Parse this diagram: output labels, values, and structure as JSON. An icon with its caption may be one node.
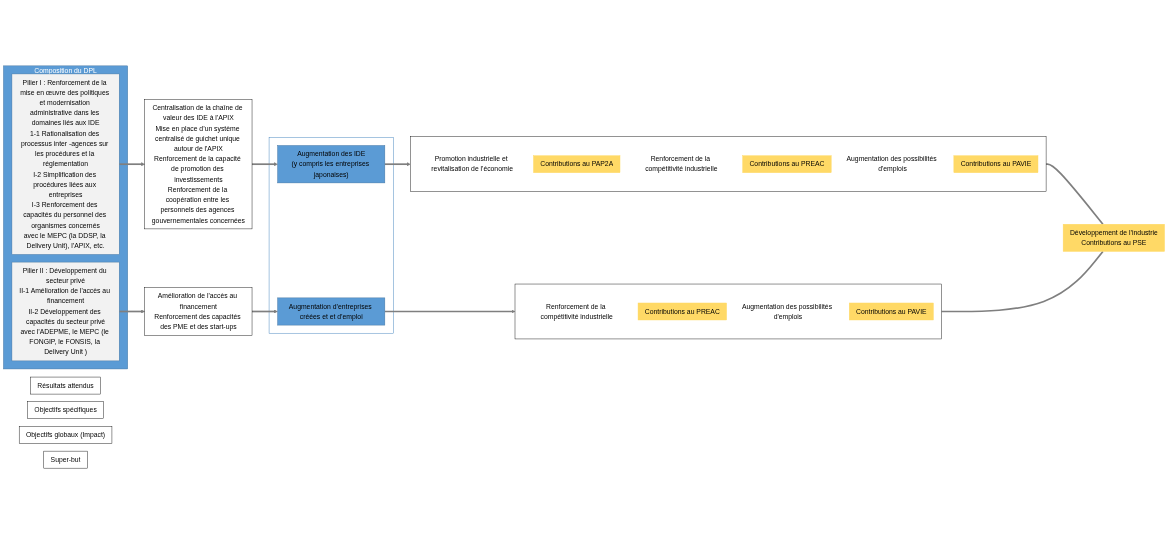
{
  "diagram": {
    "nodes": [
      {
        "text": [
          "Composition du DPL"
        ]
      },
      {
        "text": [
          "Pilier I : Renforcement de la mise en œuvre des politiques et modernisation administrative dans les domaines liés aux IDE",
          "1-1 Rationalisation des processus inter -agences sur les procédures et la réglementation",
          "I-2 Simplification des procédures liées aux entreprises",
          "I-3 Renforcement des capacités du personnel des organismes concernés",
          "avec le MEPC (la DDSP, la Delivery Unit), l’APIX, etc."
        ],
        "in": 0
      },
      {
        "text": [
          "Pilier II : Développement du secteur privé",
          "II-1 Amélioration de l'accès au financement",
          "II-2 Développement des capacités du secteur privé",
          "avec l’ADEPME, le MEPC (le FONGIP, le FONSIS, la Delivery Unit )"
        ],
        "in": 0
      },
      {
        "text": [
          "Résultats attendus"
        ]
      },
      {
        "text": [
          "Centralisation de la chaîne de valeur des IDE à l'APIX",
          "Mise en place d’un système centralisé de guichet unique autour de l'APIX",
          "Renforcement de la capacité de promotion des investissements",
          "Renforcement de la coopération entre les personnels des agences gouvernementales concernées"
        ]
      },
      {
        "text": [
          "Amélioration de l'accès au financement",
          "Renforcement des capacités des PME et des start-ups"
        ]
      },
      {
        "text": [
          "Objectifs spécifiques"
        ]
      },
      {
        "text": [],
        "shape": "box"
      },
      {
        "text": [
          "Augmentation des IDE",
          "(y compris les entreprises japonaises)"
        ],
        "in": 7
      },
      {
        "text": [
          "Augmentation d’entreprises créées et et d’emploi"
        ],
        "in": 7
      },
      {
        "text": [
          "Objectifs globaux (Impact)"
        ]
      },
      {
        "text": [],
        "shape": "box"
      },
      {
        "text": [
          "Promotion industrielle et revitalisation de l'économie"
        ],
        "in": 11
      },
      {
        "text": [
          "Contributions au PAP2A"
        ],
        "in": 11
      },
      {
        "text": [
          "Renforcement de la compétitivité industrielle"
        ],
        "in": 11
      },
      {
        "text": [
          "Contributions au PREAC"
        ],
        "in": 11
      },
      {
        "text": [
          "Augmentation des possibilités d'emplois"
        ],
        "in": 11
      },
      {
        "text": [
          "Contributions au PAVIE"
        ],
        "in": 11
      },
      {
        "text": [],
        "shape": "box"
      },
      {
        "text": [
          "Renforcement de la compétitivité industrielle"
        ],
        "in": 18
      },
      {
        "text": [
          "Contributions au PREAC"
        ],
        "in": 18
      },
      {
        "text": [
          "Augmentation des possibilités d'emplois"
        ],
        "in": 18
      },
      {
        "text": [
          "Contributions au PAVIE"
        ],
        "in": 18
      },
      {
        "text": [
          "Super-but"
        ]
      },
      {
        "text": [
          "Développement de l’industrie",
          "Contributions au PSE"
        ]
      }
    ],
    "edges": [
      {
        "from": 1,
        "to": 4,
        "arrow": "to"
      },
      {
        "from": 2,
        "to": 5,
        "arrow": "to"
      },
      {
        "from": 4,
        "to": 8,
        "arrow": "to"
      },
      {
        "from": 5,
        "to": 9,
        "arrow": "to"
      },
      {
        "from": 8,
        "to": 11,
        "arrow": "to"
      },
      {
        "from": 9,
        "to": 18,
        "arrow": "to"
      },
      {
        "from": 11,
        "to": 24,
        "arrow": "none"
      },
      {
        "from": 18,
        "to": 24,
        "arrow": "none"
      }
    ]
  }
}
